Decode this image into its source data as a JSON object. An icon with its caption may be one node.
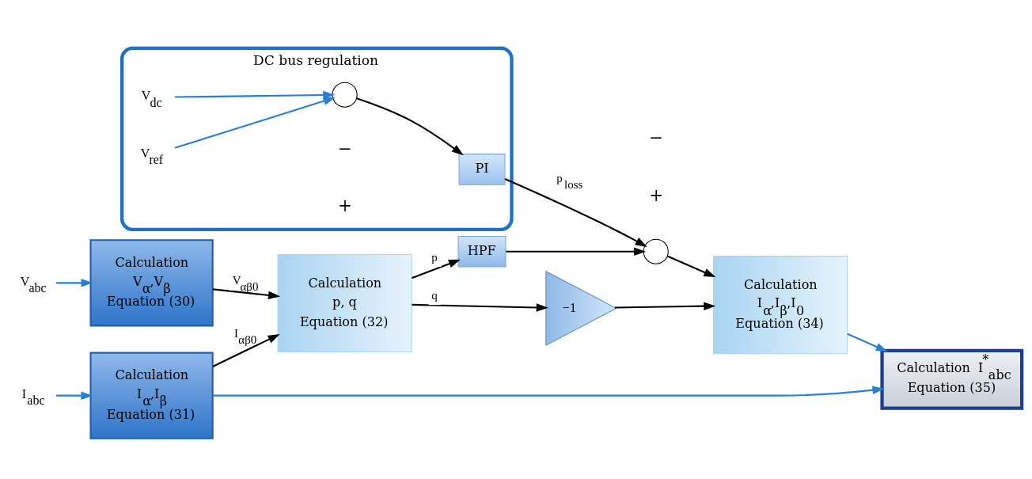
{
  "diagram": {
    "nodes": [
      {
        "text": [
          "DC bus regulation"
        ]
      },
      {
        "text": [],
        "shape": "circle",
        "in": 0
      },
      {
        "text": [
          "PI"
        ],
        "in": 0
      },
      {
        "text": [
          "V$_{dc}$"
        ],
        "in": 0
      },
      {
        "text": [
          "V$_{ref}$"
        ],
        "in": 0
      },
      {
        "text": [
          "Calculation",
          "V$_{α}$,V$_{β}$",
          "Equation (30)"
        ]
      },
      {
        "text": [
          "Calculation",
          "I$_{α}$,I$_{β}$",
          "Equation (31)"
        ]
      },
      {
        "text": [
          "V$_{abc}$"
        ]
      },
      {
        "text": [
          "I$_{abc}$"
        ]
      },
      {
        "text": [
          "Calculation",
          "p, q",
          "Equation (32)"
        ]
      },
      {
        "text": [
          "HPF"
        ]
      },
      {
        "text": [],
        "shape": "circle"
      },
      {
        "text": [
          "−1"
        ]
      },
      {
        "text": [
          "Calculation",
          "I$_{α}$,I$_{β}$,I$_{0}$",
          "Equation (34)"
        ]
      },
      {
        "text": [
          "Calculation  I$^{*}$$_{abc}$",
          "Equation (35)"
        ]
      }
    ],
    "edges": [
      {
        "from": 3,
        "to": 1,
        "arrow": "to",
        "color": "#2a7fd4"
      },
      {
        "from": 4,
        "to": 1,
        "arrow": "to",
        "color": "#2a7fd4"
      },
      {
        "from": 1,
        "to": 2,
        "arrow": "to"
      },
      {
        "from": 2,
        "to": 11,
        "arrow": "to",
        "label": "p$_{loss}$"
      },
      {
        "from": 7,
        "to": 5,
        "arrow": "to",
        "color": "#2a7fd4"
      },
      {
        "from": 8,
        "to": 6,
        "arrow": "to",
        "color": "#2a7fd4"
      },
      {
        "from": 5,
        "to": 9,
        "arrow": "to",
        "label": "V$_{αβ0}$"
      },
      {
        "from": 6,
        "to": 9,
        "arrow": "to",
        "label": "I$_{αβ0}$"
      },
      {
        "from": 9,
        "to": 10,
        "arrow": "to",
        "label": "p"
      },
      {
        "from": 10,
        "to": 11,
        "arrow": "to"
      },
      {
        "from": 9,
        "to": 12,
        "arrow": "to",
        "label": "q"
      },
      {
        "from": 11,
        "to": 13,
        "arrow": "to"
      },
      {
        "from": 12,
        "to": 13,
        "arrow": "to"
      },
      {
        "from": 13,
        "to": 14,
        "arrow": "to",
        "color": "#2a7fd4"
      },
      {
        "from": 6,
        "to": 14,
        "arrow": "to",
        "color": "#2a7fd4"
      }
    ],
    "labels": [
      "−",
      "+",
      "+",
      "−"
    ]
  }
}
